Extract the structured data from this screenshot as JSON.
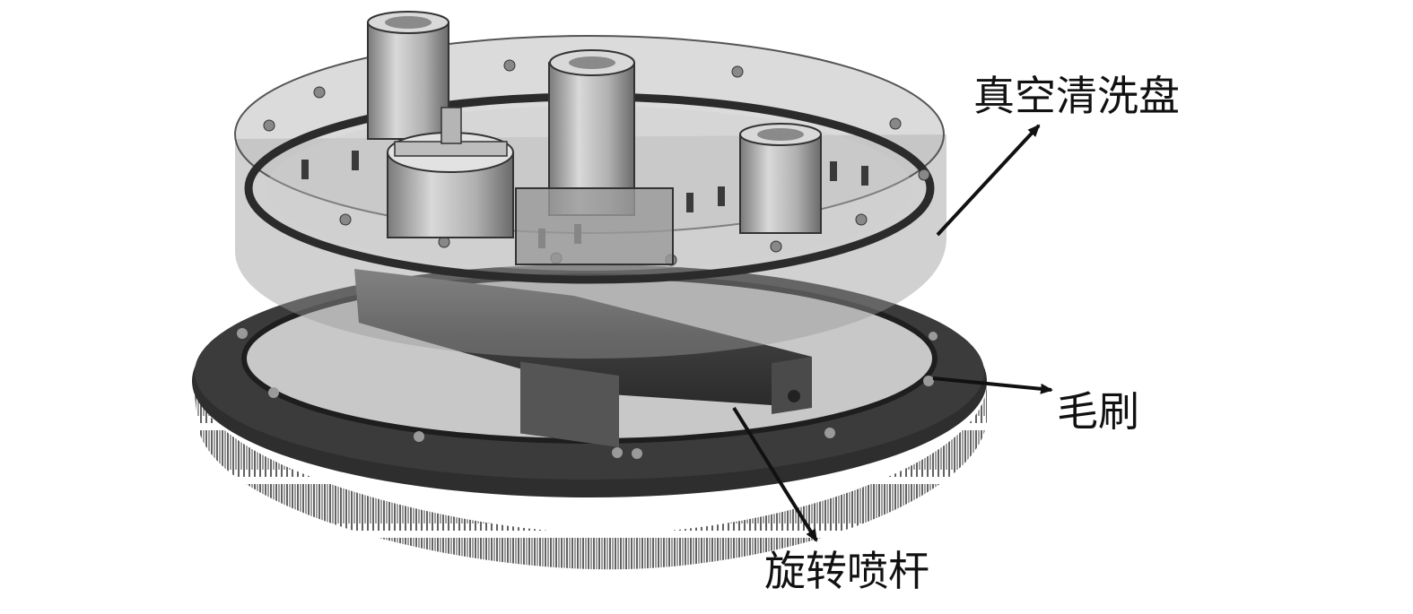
{
  "labels": {
    "vacuum_disk": "真空清洗盘",
    "brush": "毛刷",
    "rotating_spray_bar": "旋转喷杆"
  },
  "colors": {
    "background": "#ffffff",
    "dark_ring": "#2e2e2e",
    "glass_shell": "#9a9a9a",
    "metal_light": "#d9d9d9",
    "metal_mid": "#a6a6a6",
    "bristle": "#444444",
    "arrow": "#111111"
  }
}
